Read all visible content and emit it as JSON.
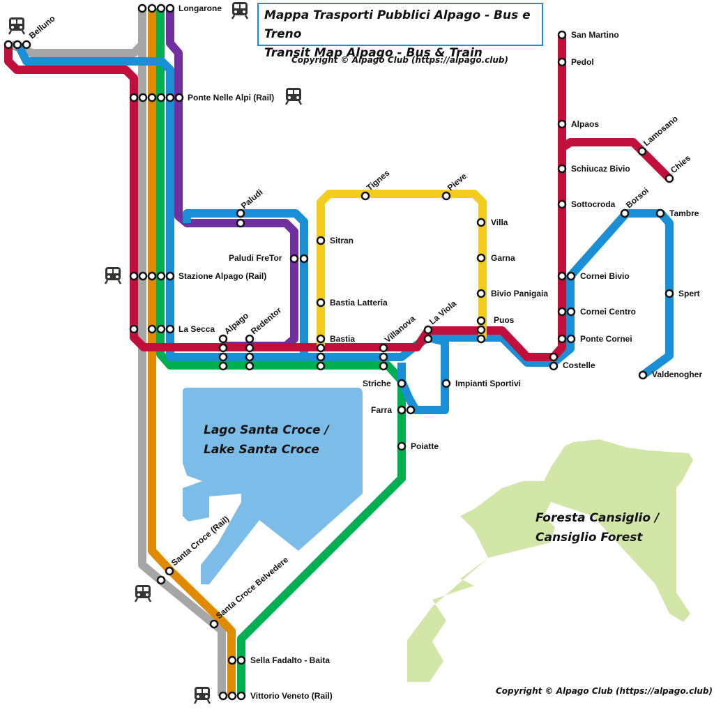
{
  "title": {
    "line1": "Mappa Trasporti Pubblici Alpago - Bus e Treno",
    "line2": "Transit Map Alpago - Bus & Train"
  },
  "copyright_top": "Copyright © Alpago Club (https://alpago.club)",
  "copyright_bottom": "Copyright © Alpago Club (https://alpago.club)",
  "areas": {
    "lake": {
      "line1": "Lago Santa Croce /",
      "line2": "Lake Santa Croce"
    },
    "forest": {
      "line1": "Foresta Cansiglio /",
      "line2": "Cansiglio Forest"
    }
  },
  "colors": {
    "grey": "#a6a6a6",
    "orange": "#e08a00",
    "green": "#00b050",
    "purple": "#7030a0",
    "blue": "#1a8fd6",
    "red": "#c00f3a",
    "yellow": "#f2cd1e",
    "lake": "#7bbde8",
    "forest": "#d2e6a8"
  },
  "icons": [
    "train-icon"
  ],
  "stations": {
    "belluno": "Belluno",
    "longarone": "Longarone",
    "ponte_nelle_alpi": "Ponte Nelle Alpi (Rail)",
    "paludi": "Paludi",
    "paludi_fretor": "Paludi FreTor",
    "stazione_alpago": "Stazione Alpago (Rail)",
    "la_secca": "La Secca",
    "alpago": "Alpago",
    "redentor": "Redentor",
    "sitran": "Sitran",
    "tignes": "Tignes",
    "pieve": "Pieve",
    "villa": "Villa",
    "garna": "Garna",
    "bivio_panigaia": "Bivio Panigaia",
    "puos": "Puos",
    "bastia_latteria": "Bastia Latteria",
    "bastia": "Bastia",
    "villanova": "Villanova",
    "la_viola": "La Viola",
    "impianti_sportivi": "Impianti Sportivi",
    "striche": "Striche",
    "farra": "Farra",
    "poiatte": "Poiatte",
    "san_martino": "San Martino",
    "pedol": "Pedol",
    "alpaos": "Alpaos",
    "lamosano": "Lamosano",
    "chies": "Chies",
    "schiucaz_bivio": "Schiucaz Bivio",
    "sottocroda": "Sottocroda",
    "borsoi": "Borsoi",
    "tambre": "Tambre",
    "cornei_bivio": "Cornei Bivio",
    "cornei_centro": "Cornei Centro",
    "spert": "Spert",
    "ponte_cornei": "Ponte Cornei",
    "costelle": "Costelle",
    "valdenogher": "Valdenogher",
    "santa_croce": "Santa Croce (Rail)",
    "santa_croce_belvedere": "Santa Croce Belvedere",
    "sella_fadalto": "Sella Fadalto - Baita",
    "vittorio_veneto": "Vittorio Veneto (Rail)"
  }
}
